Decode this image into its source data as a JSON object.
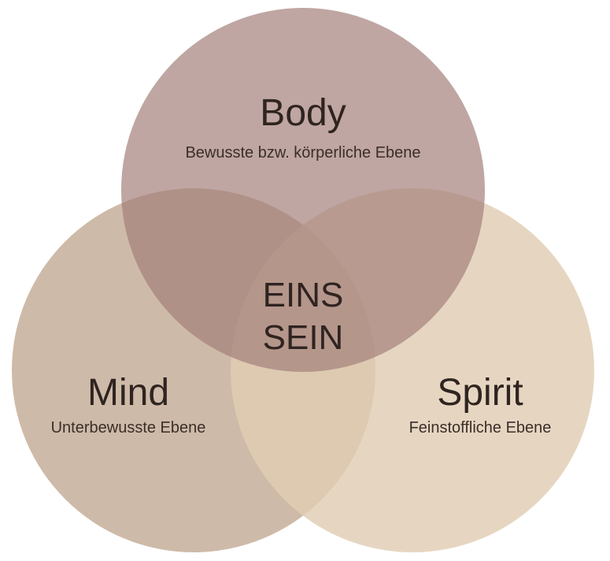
{
  "circles": [
    {
      "id": "mind",
      "title": "Mind",
      "subtitle": "Unterbewusste Ebene",
      "color": "#c6ae99"
    },
    {
      "id": "spirit",
      "title": "Spirit",
      "subtitle": "Feinstoffliche Ebene",
      "color": "#e1cdb3"
    },
    {
      "id": "body",
      "title": "Body",
      "subtitle": "Bewusste bzw. körperliche Ebene",
      "color": "#a4807a"
    }
  ],
  "center": {
    "line1": "EINS",
    "line2": "SEIN"
  }
}
